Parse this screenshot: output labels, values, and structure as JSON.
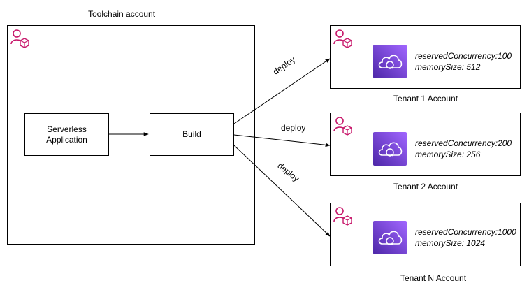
{
  "toolchain": {
    "title": "Toolchain account",
    "source_node": "Serverless\nApplication",
    "build_node": "Build"
  },
  "edges": [
    {
      "label": "deploy",
      "from": "Build",
      "to": "Tenant 1 Account"
    },
    {
      "label": "deploy",
      "from": "Build",
      "to": "Tenant 2 Account"
    },
    {
      "label": "deploy",
      "from": "Build",
      "to": "Tenant N Account"
    }
  ],
  "tenants": [
    {
      "name": "Tenant 1 Account",
      "line1": "reservedConcurrency:100",
      "line2": "memorySize: 512"
    },
    {
      "name": "Tenant 2 Account",
      "line1": "reservedConcurrency:200",
      "line2": "memorySize: 256"
    },
    {
      "name": "Tenant N Account",
      "line1": "reservedConcurrency:1000",
      "line2": "memorySize: 1024"
    }
  ],
  "colors": {
    "account_icon": "#c7176a",
    "service_icon_start": "#4d27a8",
    "service_icon_end": "#a166ff"
  },
  "icons": {
    "account": "aws-account-icon",
    "service": "lambda-service-icon"
  }
}
